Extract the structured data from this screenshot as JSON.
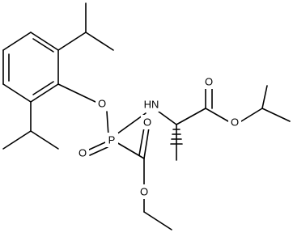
{
  "labels": {
    "aryl_oxygen": "O",
    "phosphorus": "P",
    "nitrogen_h": "HN",
    "phosphoryl_oxygen": "O",
    "ester_carbonyl_oxygen": "O",
    "ester_ether_oxygen": "O",
    "carbonyl_oxygen_right": "O",
    "isopropyl_ester_oxygen": "O"
  }
}
